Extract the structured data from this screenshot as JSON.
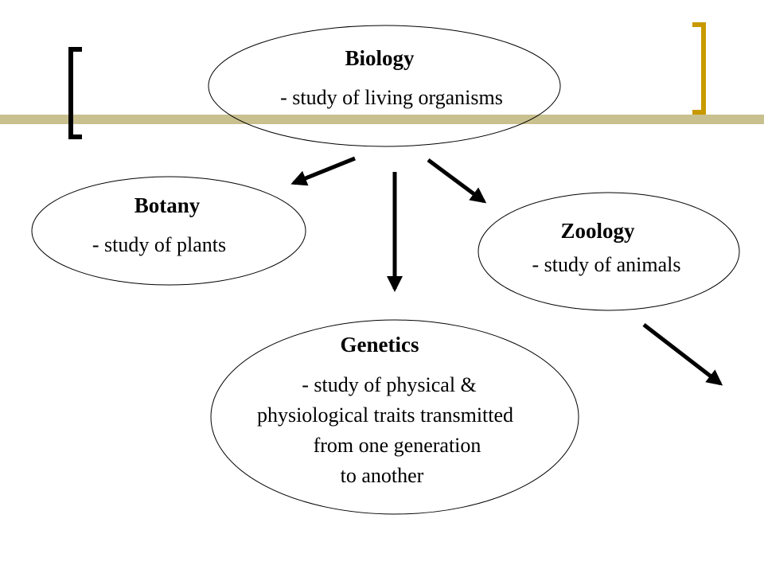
{
  "colors": {
    "band": "#c9c08f",
    "bracket_left": "#000000",
    "bracket_right": "#c89a00",
    "outline": "#000000",
    "arrow": "#000000"
  },
  "nodes": {
    "biology": {
      "title": "Biology",
      "desc": [
        "- study of living organisms"
      ]
    },
    "botany": {
      "title": "Botany",
      "desc": [
        "- study of plants"
      ]
    },
    "zoology": {
      "title": "Zoology",
      "desc": [
        "- study of animals"
      ]
    },
    "genetics": {
      "title": "Genetics",
      "desc": [
        "- study of physical &",
        "physiological traits transmitted",
        "from one generation",
        "to another"
      ]
    }
  },
  "edges": [
    {
      "from": "biology",
      "to": "botany"
    },
    {
      "from": "biology",
      "to": "genetics"
    },
    {
      "from": "biology",
      "to": "zoology"
    },
    {
      "from": "zoology",
      "to": "offscreen"
    }
  ]
}
